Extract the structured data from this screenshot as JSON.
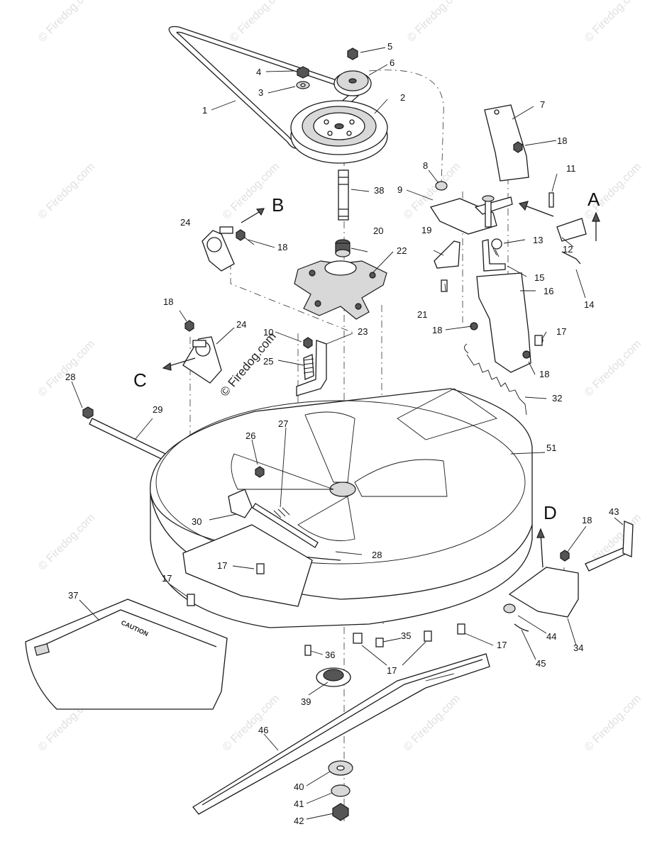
{
  "diagram": {
    "watermark_text": "© Firedog.com",
    "center_watermark_text": "© Firedog.com",
    "view_letters": [
      "A",
      "B",
      "C",
      "D"
    ],
    "caution_label": "CAUTION",
    "callouts": [
      {
        "id": "c1",
        "text": "1"
      },
      {
        "id": "c2",
        "text": "2"
      },
      {
        "id": "c3",
        "text": "3"
      },
      {
        "id": "c4",
        "text": "4"
      },
      {
        "id": "c5",
        "text": "5"
      },
      {
        "id": "c6",
        "text": "6"
      },
      {
        "id": "c7",
        "text": "7"
      },
      {
        "id": "c8",
        "text": "8"
      },
      {
        "id": "c9",
        "text": "9"
      },
      {
        "id": "c10",
        "text": "10"
      },
      {
        "id": "c11",
        "text": "11"
      },
      {
        "id": "c12",
        "text": "12"
      },
      {
        "id": "c13",
        "text": "13"
      },
      {
        "id": "c14",
        "text": "14"
      },
      {
        "id": "c15",
        "text": "15"
      },
      {
        "id": "c16",
        "text": "16"
      },
      {
        "id": "c17a",
        "text": "17"
      },
      {
        "id": "c17b",
        "text": "17"
      },
      {
        "id": "c17c",
        "text": "17"
      },
      {
        "id": "c17d",
        "text": "17"
      },
      {
        "id": "c17e",
        "text": "17"
      },
      {
        "id": "c18a",
        "text": "18"
      },
      {
        "id": "c18b",
        "text": "18"
      },
      {
        "id": "c18c",
        "text": "18"
      },
      {
        "id": "c18d",
        "text": "18"
      },
      {
        "id": "c18e",
        "text": "18"
      },
      {
        "id": "c18f",
        "text": "18"
      },
      {
        "id": "c19",
        "text": "19"
      },
      {
        "id": "c20",
        "text": "20"
      },
      {
        "id": "c21",
        "text": "21"
      },
      {
        "id": "c22",
        "text": "22"
      },
      {
        "id": "c23",
        "text": "23"
      },
      {
        "id": "c24a",
        "text": "24"
      },
      {
        "id": "c24b",
        "text": "24"
      },
      {
        "id": "c25",
        "text": "25"
      },
      {
        "id": "c26",
        "text": "26"
      },
      {
        "id": "c27",
        "text": "27"
      },
      {
        "id": "c28a",
        "text": "28"
      },
      {
        "id": "c28b",
        "text": "28"
      },
      {
        "id": "c29",
        "text": "29"
      },
      {
        "id": "c30",
        "text": "30"
      },
      {
        "id": "c32",
        "text": "32"
      },
      {
        "id": "c34",
        "text": "34"
      },
      {
        "id": "c35",
        "text": "35"
      },
      {
        "id": "c36",
        "text": "36"
      },
      {
        "id": "c37",
        "text": "37"
      },
      {
        "id": "c38",
        "text": "38"
      },
      {
        "id": "c39",
        "text": "39"
      },
      {
        "id": "c40",
        "text": "40"
      },
      {
        "id": "c41",
        "text": "41"
      },
      {
        "id": "c42",
        "text": "42"
      },
      {
        "id": "c43",
        "text": "43"
      },
      {
        "id": "c44",
        "text": "44"
      },
      {
        "id": "c45",
        "text": "45"
      },
      {
        "id": "c46",
        "text": "46"
      },
      {
        "id": "c51",
        "text": "51"
      }
    ]
  }
}
